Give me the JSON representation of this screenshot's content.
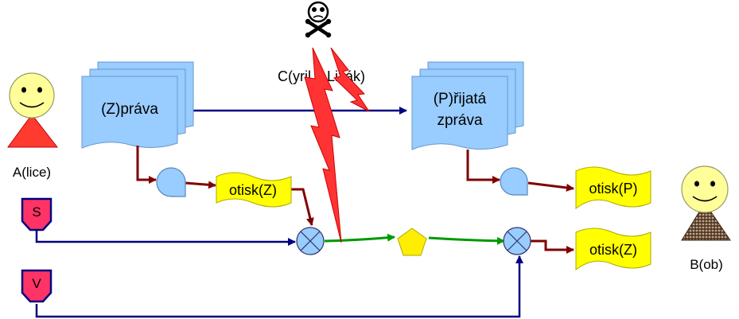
{
  "actors": {
    "alice": {
      "label": "A(lice)",
      "icon": "alice-person-icon",
      "body_color": "#ff3b30"
    },
    "bob": {
      "label": "B(ob)",
      "icon": "bob-person-icon",
      "body_color": "#6b4a35"
    },
    "attacker": {
      "label": "C(yril – Lizák)",
      "icon": "skull-crossbones-icon"
    }
  },
  "documents": {
    "message": {
      "label": "(Z)práva"
    },
    "received": {
      "label_line1": "(P)řijatá",
      "label_line2": "zpráva"
    }
  },
  "digests": {
    "sender_digest": {
      "label": "otisk(Z)"
    },
    "received_digest": {
      "label": "otisk(P)"
    },
    "decrypted_digest": {
      "label": "otisk(Z)"
    }
  },
  "keys": {
    "s": {
      "label": "S",
      "icon": "private-key-tag-icon"
    },
    "v": {
      "label": "V",
      "icon": "public-key-tag-icon"
    }
  },
  "nodes": {
    "hash1": {
      "icon": "hash-function-icon"
    },
    "hash2": {
      "icon": "hash-function-icon"
    },
    "encrypt": {
      "icon": "xor-cipher-icon"
    },
    "decrypt": {
      "icon": "xor-cipher-icon"
    },
    "signature": {
      "icon": "signature-pentagon-icon"
    }
  },
  "colors": {
    "doc_fill": "#99ccff",
    "digest_fill": "#ffff00",
    "arrow_blue": "#000080",
    "arrow_red": "#800000",
    "arrow_green": "#009900",
    "lightning": "#ff3333",
    "face": "#ffff99",
    "key_tag": "#ff3366",
    "cipher_fill": "#99ccff",
    "signature_fill": "#ffee00"
  }
}
